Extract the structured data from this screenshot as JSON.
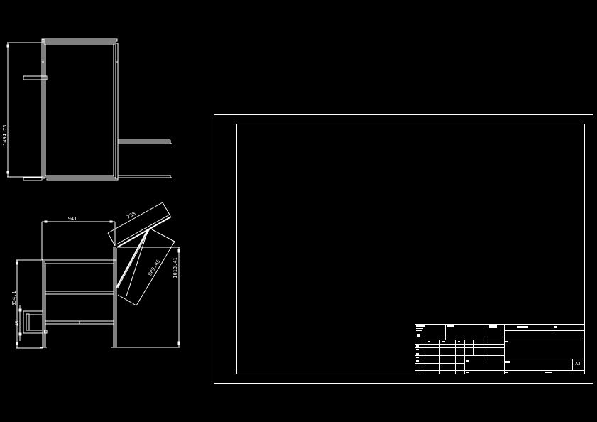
{
  "drawing": {
    "background": "#000000",
    "line_color": "#ffffff",
    "views": {
      "top_view": {
        "dimension_height": "1494.73"
      },
      "side_view": {
        "dimension_width": "941",
        "dimension_lid": "738",
        "dimension_diagonal": "989.45",
        "dimension_right_height": "1013.41",
        "dimension_left_height": "954.1",
        "dimension_small": "45"
      }
    },
    "sheet": {
      "size_label": "A3",
      "title_block": {
        "cells": [
          "",
          "",
          "",
          "",
          "",
          "",
          "",
          ""
        ]
      }
    }
  }
}
